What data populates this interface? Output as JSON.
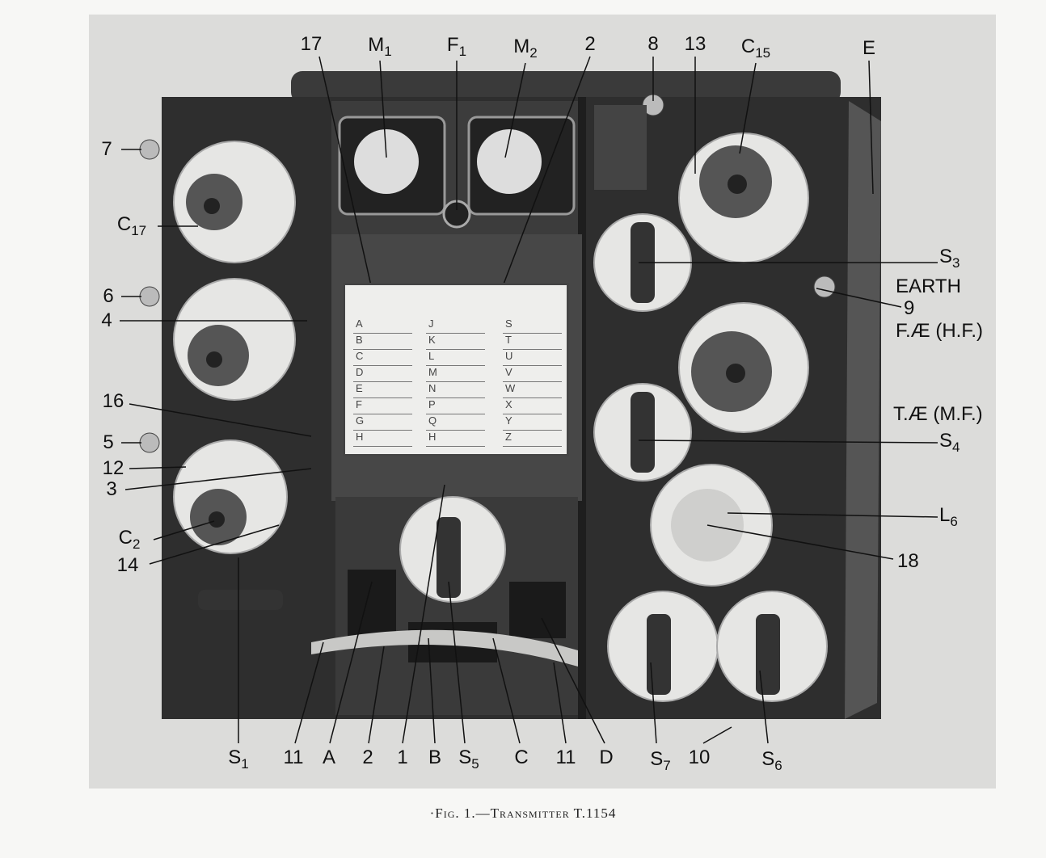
{
  "figure": {
    "caption": "·Fig. 1.—Transmitter T.1154"
  },
  "plate": {
    "col1": [
      "A",
      "B",
      "C",
      "D",
      "E",
      "F",
      "G",
      "H"
    ],
    "col2": [
      "J",
      "K",
      "L",
      "M",
      "N",
      "P",
      "Q",
      "H"
    ],
    "col3": [
      "S",
      "T",
      "U",
      "V",
      "W",
      "X",
      "Y",
      "Z"
    ]
  },
  "labels": {
    "l17": "17",
    "m1": "M",
    "m1s": "1",
    "f1": "F",
    "f1s": "1",
    "m2": "M",
    "m2s": "2",
    "l2t": "2",
    "l8": "8",
    "l13": "13",
    "c15": "C",
    "c15s": "15",
    "e": "E",
    "s3": "S",
    "s3s": "3",
    "earth": "EARTH",
    "l9": "9",
    "fae": "F.Æ (H.F.)",
    "tae": "T.Æ (M.F.)",
    "s4": "S",
    "s4s": "4",
    "l6": "L",
    "l6s": "6",
    "l18": "18",
    "l7": "7",
    "c17": "C",
    "c17s": "17",
    "l6n": "6",
    "l4": "4",
    "l16": "16",
    "l5": "5",
    "l12": "12",
    "l3": "3",
    "c2": "C",
    "c2s": "2",
    "l14": "14",
    "s1": "S",
    "s1s": "1",
    "l11a": "11",
    "a": "A",
    "l2b": "2",
    "l1": "1",
    "b": "B",
    "s5": "S",
    "s5s": "5",
    "c": "C",
    "l11b": "11",
    "d": "D",
    "s7": "S",
    "s7s": "7",
    "l10": "10",
    "s6": "S",
    "s6s": "6"
  }
}
